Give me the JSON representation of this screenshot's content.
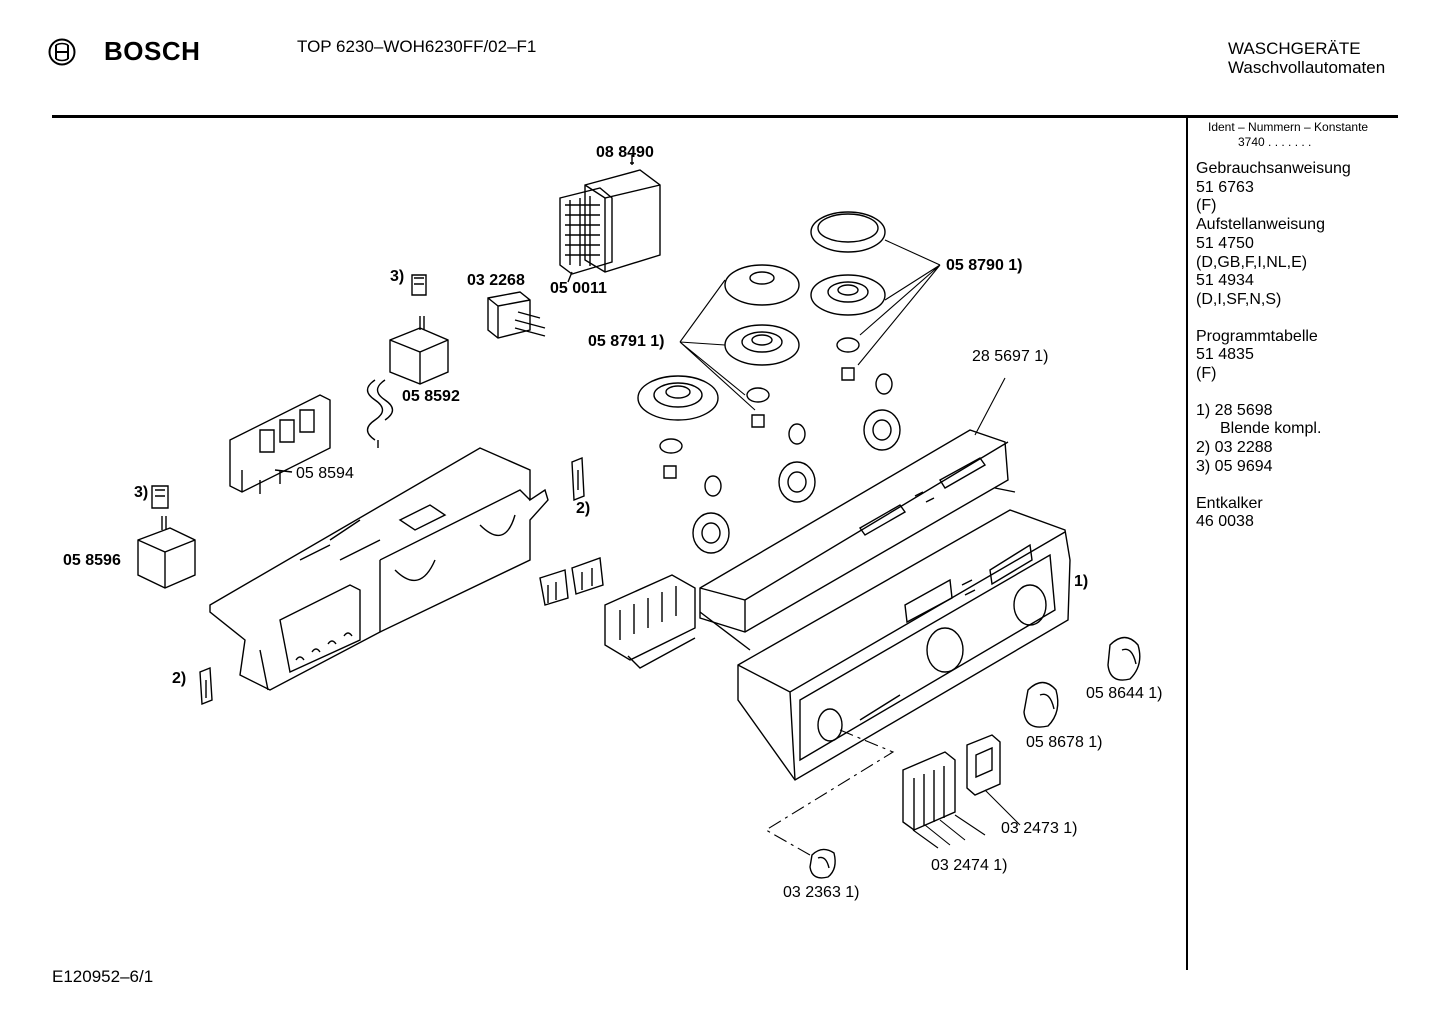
{
  "header": {
    "brand": "BOSCH",
    "model": "TOP 6230–WOH6230FF/02–F1",
    "category_line1": "WASCHGERÄTE",
    "category_line2": "Waschvollautomaten"
  },
  "sidebar": {
    "ident_title": "Ident – Nummern – Konstante",
    "ident_value": "3740 . . . . . . .",
    "groups": [
      [
        "Gebrauchsanweisung",
        "51 6763",
        "(F)"
      ],
      [
        "Aufstellanweisung",
        "51 4750",
        "(D,GB,F,I,NL,E)",
        "51 4934",
        "(D,I,SF,N,S)"
      ],
      [
        "Programmtabelle",
        "51 4835",
        "(F)"
      ]
    ],
    "footnotes": {
      "n1": "1)  28 5698",
      "n1_sub": "Blende kompl.",
      "n2": "2)  03 2288",
      "n3": "3)  05 9694"
    },
    "extra": [
      "Entkalker",
      "46 0038"
    ]
  },
  "parts": {
    "p088490": "08 8490",
    "p050011": "05 0011",
    "p032268": "03 2268",
    "p3a": "3)",
    "p058592": "05 8592",
    "p058594": "05 8594",
    "p3b": "3)",
    "p058596": "05 8596",
    "p2a": "2)",
    "p2b": "2)",
    "p058790": "05 8790 1)",
    "p058791": "05 8791 1)",
    "p285697": "28 5697 1)",
    "p1": "1)",
    "p058644": "05 8644 1)",
    "p058678": "05 8678 1)",
    "p032473": "03 2473 1)",
    "p032474": "03 2474 1)",
    "p032363": "03 2363 1)"
  },
  "footer": {
    "code": "E120952–6/1"
  }
}
